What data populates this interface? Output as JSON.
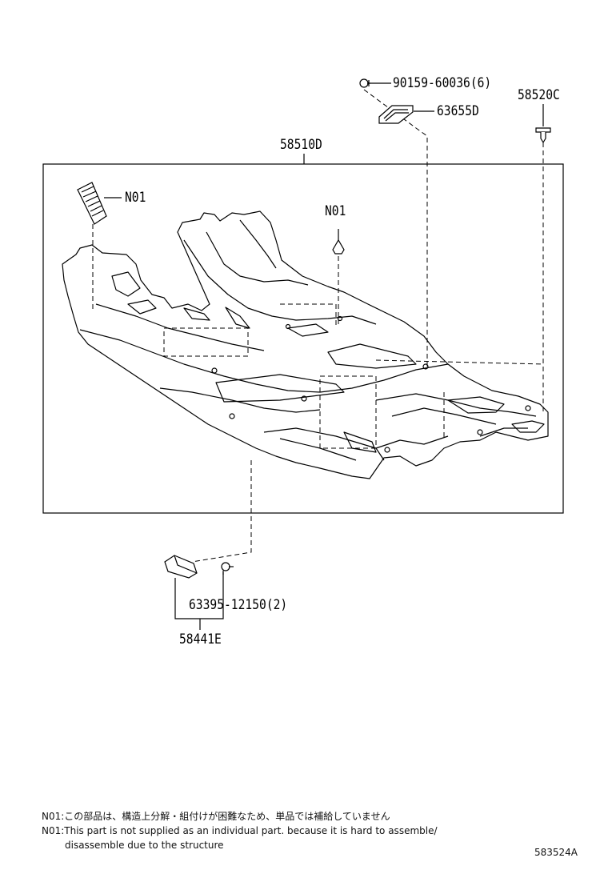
{
  "labels": {
    "bolt_90159": "90159-60036(6)",
    "part_63655D": "63655D",
    "part_58520C": "58520C",
    "part_58510D": "58510D",
    "n01_left": "N01",
    "n01_right": "N01",
    "bolt_63395": "63395-12150(2)",
    "part_58441E": "58441E"
  },
  "notes": {
    "line_jp": "N01:この部品は、構造上分解・組付けが困難なため、単品では補給していません",
    "line_en1": "N01:This part is not supplied as an individual part. because it is hard to assemble/",
    "line_en2": "disassemble due to the structure"
  },
  "diagram_ref": "583524A"
}
